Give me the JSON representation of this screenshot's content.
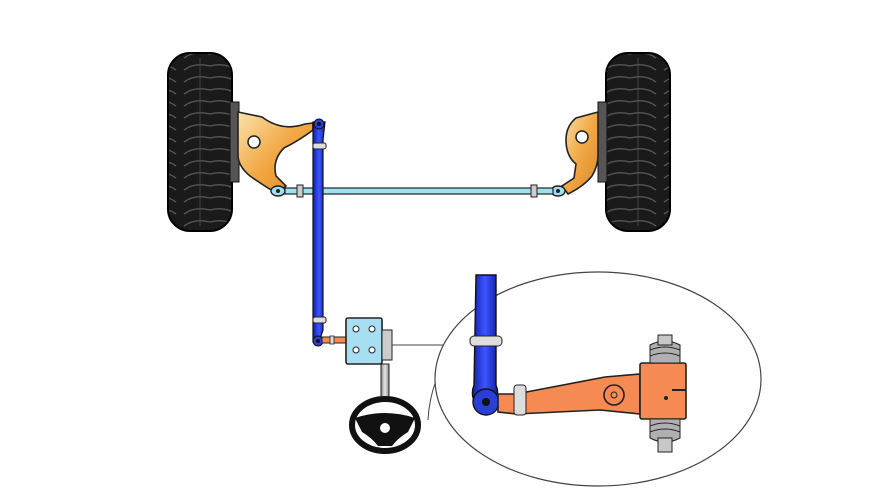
{
  "diagram": {
    "subject": "steering-linkage",
    "components": [
      {
        "id": "left-wheel",
        "icon": "tire-icon"
      },
      {
        "id": "right-wheel",
        "icon": "tire-icon"
      },
      {
        "id": "left-steering-knuckle",
        "icon": "knuckle-icon"
      },
      {
        "id": "right-steering-knuckle",
        "icon": "knuckle-icon"
      },
      {
        "id": "tie-rod",
        "icon": "rod-icon"
      },
      {
        "id": "drag-link",
        "icon": "rod-icon"
      },
      {
        "id": "pitman-arm",
        "icon": "arm-icon"
      },
      {
        "id": "steering-gearbox",
        "icon": "gearbox-icon"
      },
      {
        "id": "steering-column",
        "icon": "shaft-icon"
      },
      {
        "id": "steering-wheel",
        "icon": "steering-wheel-icon"
      },
      {
        "id": "detail-callout",
        "icon": "magnifier-callout-icon"
      }
    ],
    "colors": {
      "tire": "#1a1a1a",
      "knuckle": "#f2a844",
      "tie_rod": "#9fe0f0",
      "drag_link": "#2a3fd8",
      "pitman_arm": "#f58a52",
      "gearbox": "#a8def2",
      "shaft": "#c8c8c8",
      "worm_gear": "#b0b0b0",
      "outline": "#222222"
    }
  }
}
